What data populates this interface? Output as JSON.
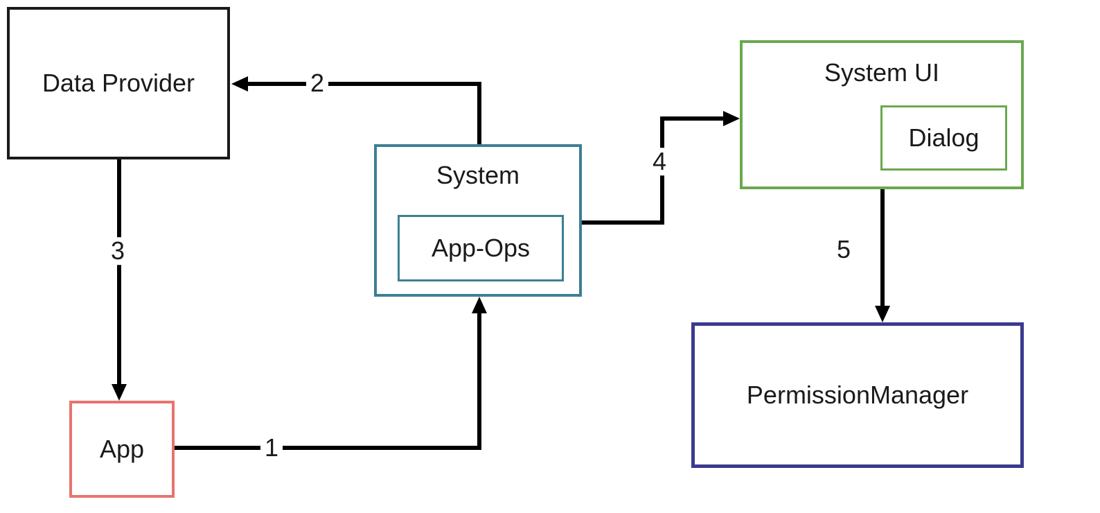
{
  "diagram": {
    "background": "#ffffff",
    "arrow_color": "#000000",
    "nodes": {
      "data_provider": {
        "label": "Data Provider",
        "border_color": "#1a1a1a"
      },
      "app": {
        "label": "App",
        "border_color": "#e8736f"
      },
      "system": {
        "label": "System",
        "border_color": "#3d7f93"
      },
      "app_ops": {
        "label": "App-Ops",
        "border_color": "#3d7f93"
      },
      "system_ui": {
        "label": "System UI",
        "border_color": "#6aa84f"
      },
      "dialog": {
        "label": "Dialog",
        "border_color": "#6aa84f"
      },
      "permission_manager": {
        "label": "PermissionManager",
        "border_color": "#3a3a8f"
      }
    },
    "arrows": [
      {
        "step": "1",
        "from": "app",
        "to": "system"
      },
      {
        "step": "2",
        "from": "system",
        "to": "data_provider"
      },
      {
        "step": "3",
        "from": "data_provider",
        "to": "app"
      },
      {
        "step": "4",
        "from": "system",
        "to": "system_ui"
      },
      {
        "step": "5",
        "from": "system_ui",
        "to": "permission_manager"
      }
    ]
  }
}
